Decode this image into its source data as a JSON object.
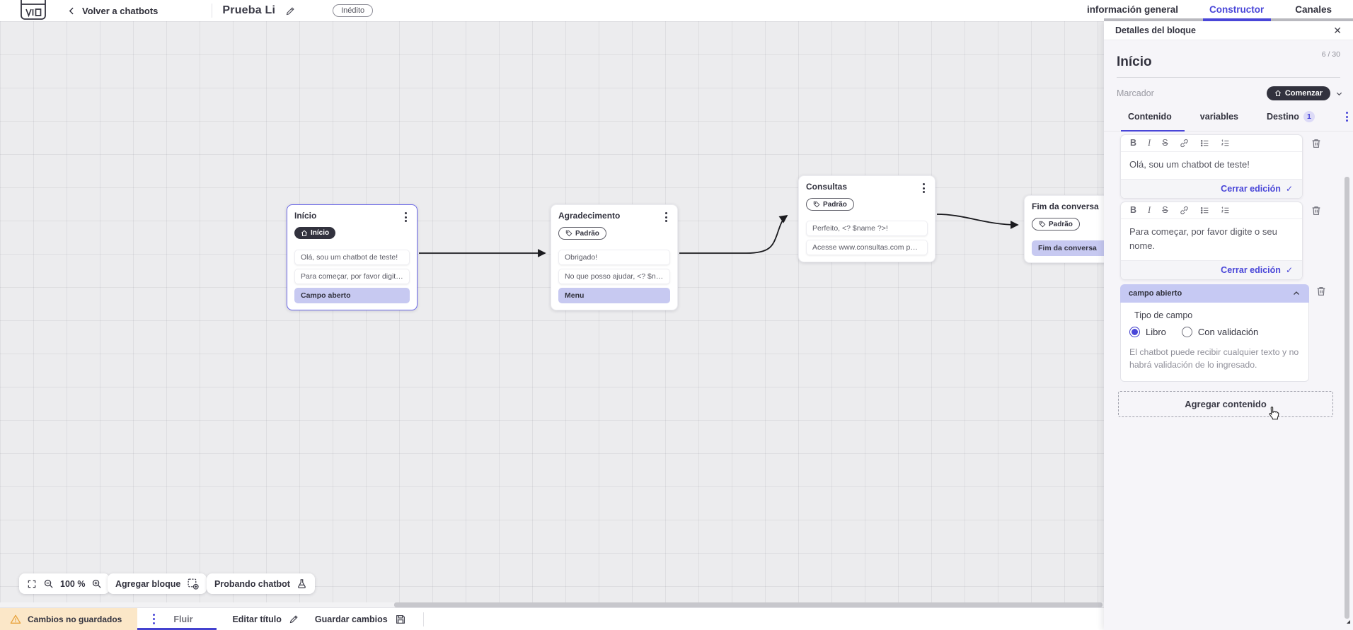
{
  "topbar": {
    "back_label": "Volver a chatbots",
    "bot_title": "Prueba Li",
    "status_badge": "Inédito",
    "tabs": [
      {
        "label": "información general",
        "active": false
      },
      {
        "label": "Constructor",
        "active": true
      },
      {
        "label": "Canales",
        "active": false
      }
    ]
  },
  "canvas": {
    "zoom_level": "100 %",
    "add_block_label": "Agregar bloque",
    "test_chatbot_label": "Probando chatbot",
    "blocks": [
      {
        "title": "Início",
        "badge": "Início",
        "badge_style": "dark",
        "selected": true,
        "items": [
          {
            "text": "Olá, sou um chatbot de teste!",
            "highlight": false
          },
          {
            "text": "Para começar, por favor digite o ...",
            "highlight": false
          },
          {
            "text": "Campo aberto",
            "highlight": true
          }
        ]
      },
      {
        "title": "Agradecimento",
        "badge": "Padrão",
        "badge_style": "outline",
        "selected": false,
        "items": [
          {
            "text": "Obrigado!",
            "highlight": false
          },
          {
            "text": "No que posso ajudar, <? $name ...",
            "highlight": false
          },
          {
            "text": "Menu",
            "highlight": true
          }
        ]
      },
      {
        "title": "Consultas",
        "badge": "Padrão",
        "badge_style": "outline",
        "selected": false,
        "items": [
          {
            "text": "Perfeito, <? $name ?>!",
            "highlight": false
          },
          {
            "text": "Acesse www.consultas.com par...",
            "highlight": false
          }
        ]
      },
      {
        "title": "Fim da conversa",
        "badge": "Padrão",
        "badge_style": "outline",
        "selected": false,
        "items": [
          {
            "text": "Fim da conversa",
            "highlight": true
          }
        ]
      }
    ]
  },
  "panel": {
    "header": "Detalles del bloque",
    "block_name": "Início",
    "char_count": "6 / 30",
    "marker_label": "Marcador",
    "marker_value": "Comenzar",
    "tabs": [
      {
        "label": "Contenido",
        "active": true
      },
      {
        "label": "variables",
        "active": false
      },
      {
        "label": "Destino",
        "active": false,
        "badge": "1"
      }
    ],
    "editors": [
      {
        "text": "Olá, sou um chatbot de teste!",
        "close_label": "Cerrar edición"
      },
      {
        "text": "Para começar, por favor digite o seu nome.",
        "close_label": "Cerrar edición"
      }
    ],
    "open_field": {
      "header": "campo abierto",
      "type_label": "Tipo de campo",
      "options": [
        {
          "label": "Libro",
          "selected": true
        },
        {
          "label": "Con validación",
          "selected": false
        }
      ],
      "helper": "El chatbot puede recibir cualquier texto y no habrá validación de lo ingresado."
    },
    "add_content_label": "Agregar contenido"
  },
  "bottombar": {
    "unsaved_label": "Cambios no guardados",
    "flow_tab": "Fluir",
    "edit_title_label": "Editar título",
    "save_label": "Guardar cambios"
  },
  "icons": {
    "bold": "B",
    "italic": "I",
    "strikethrough": "S",
    "close": "✕",
    "check": "✓"
  },
  "colors": {
    "accent": "#4946d8",
    "dark_badge": "#32323e",
    "highlight_lavender": "#c7c9f1",
    "warning_bg": "#fbe7c8",
    "warning_icon": "#e8a33d",
    "canvas_bg": "#ececee"
  }
}
